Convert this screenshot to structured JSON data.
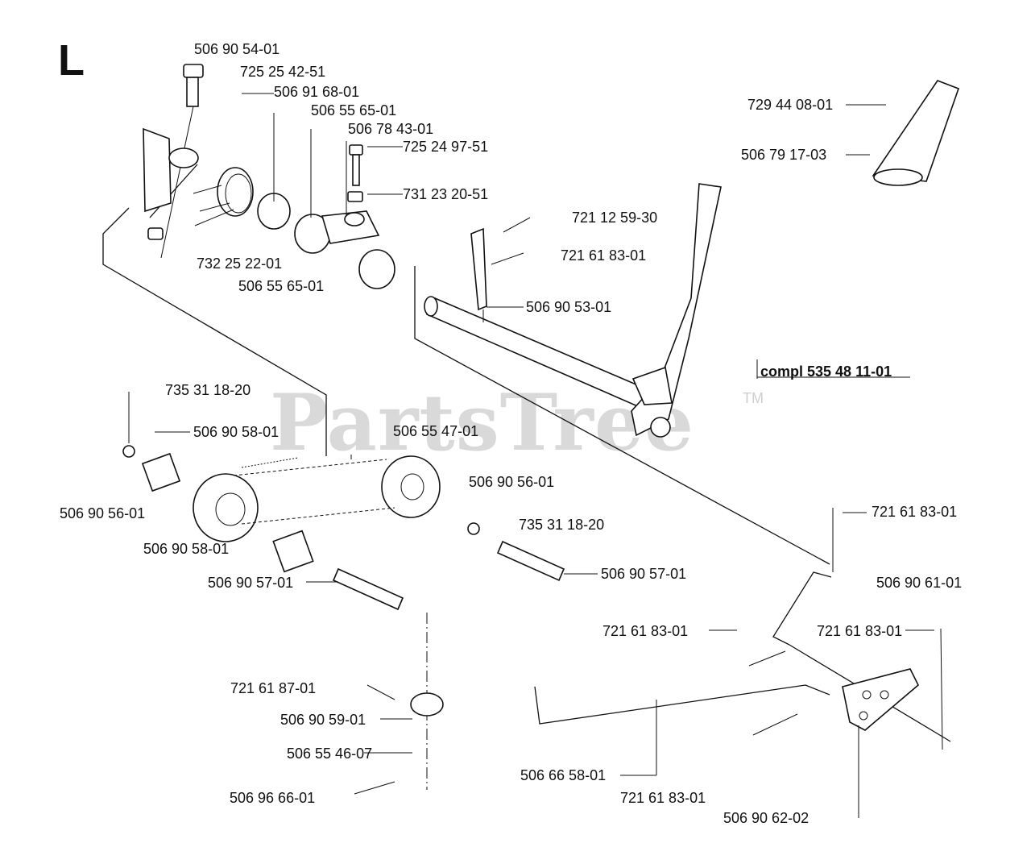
{
  "diagram": {
    "section_letter": "L",
    "watermark": "PartsTree",
    "watermark_mark": "TM",
    "assembly_label": "compl 535 48 11-01",
    "part_labels": [
      "506 90 54-01",
      "725 25 42-51",
      "506 91 68-01",
      "506 55 65-01",
      "506 78 43-01",
      "725 24 97-51",
      "731 23 20-51",
      "721 12 59-30",
      "721 61 83-01",
      "506 90 53-01",
      "732 25 22-01",
      "506 55 65-01",
      "729 44 08-01",
      "506 79 17-03",
      "735 31 18-20",
      "506 90 58-01",
      "506 55 47-01",
      "506 90 56-01",
      "506 90 56-01",
      "735 31 18-20",
      "506 90 58-01",
      "506 90 57-01",
      "506 90 57-01",
      "721 61 83-01",
      "506 90 61-01",
      "721 61 83-01",
      "721 61 83-01",
      "721 61 87-01",
      "506 90 59-01",
      "506 55 46-07",
      "506 66 58-01",
      "506 96 66-01",
      "721 61 83-01",
      "506 90 62-02"
    ]
  }
}
